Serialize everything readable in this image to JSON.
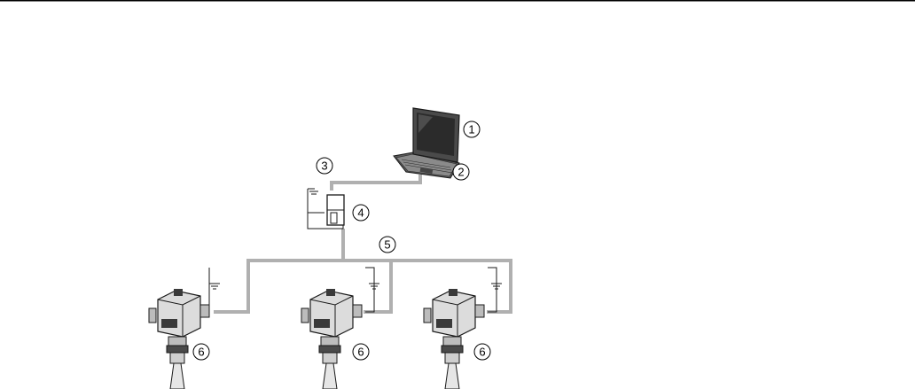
{
  "callouts": {
    "laptop": "1",
    "laptop_port": "2",
    "link_cable": "3",
    "bus_module": "4",
    "bus_line": "5",
    "device_1": "6",
    "device_2": "6",
    "device_3": "6"
  },
  "colors": {
    "cable": "#b0b0b0",
    "line": "#1a1a1a",
    "device_body": "#dcdcdc",
    "device_dark": "#3a3a3a",
    "laptop_screen": "#2b2b2b"
  },
  "icons": [
    "ground-symbol-icon",
    "laptop-icon",
    "field-device-icon",
    "radar-antenna-icon"
  ]
}
